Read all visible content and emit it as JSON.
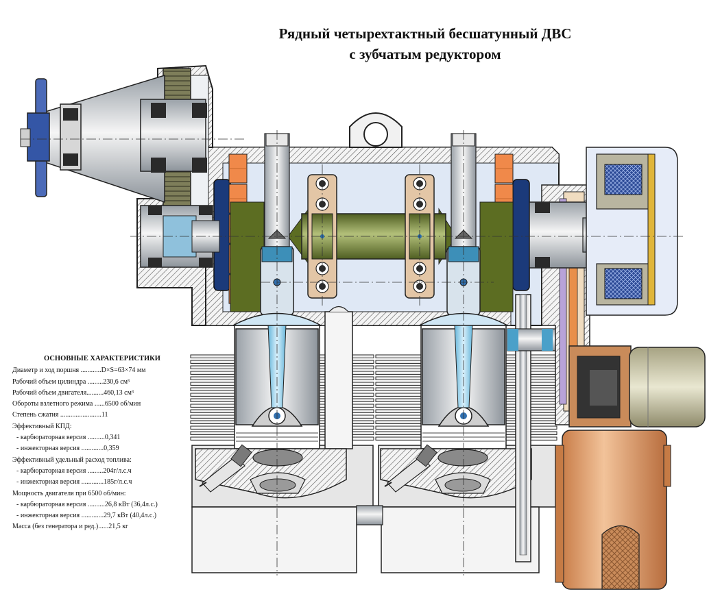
{
  "title": {
    "line1": "Рядный четырехтактный бесшатунный ДВС",
    "line2": "с зубчатым редуктором"
  },
  "specs": {
    "heading": "ОСНОВНЫЕ ХАРАКТЕРИСТИКИ",
    "rows": [
      "Диаметр и ход поршня ............D×S=63×74 мм",
      "Рабочий объем цилиндра .........230,6 см³",
      "Рабочий объем двигателя..........460,13 см³",
      "Обороты взлетного режима ......6500 об/мин",
      "Степень сжатия ........................11",
      "Эффективный КПД:",
      "- карбюраторная версия ..........0,341",
      "- инжекторная версия .............0,359",
      "Эффективный удельный расход топлива:",
      "- карбюраторная версия .........204г/л.с.ч",
      "- инжекторная версия .............185г/л.с.ч",
      "Мощность двигателя при 6500 об/мин:",
      "- карбюраторная версия ..........26,8 кВт (36,4л.с.)",
      "- инжекторная версия .............29,7 кВт (40,4л.с.)",
      "Масса (без генератора и ред.)......21,5 кг"
    ]
  },
  "colors": {
    "housing": "#dfe8f5",
    "outline": "#222222",
    "shaft": "#6b7d33",
    "bearing": "#e3c6a6",
    "counterweight": "#f0894a",
    "flywheel": "#1b3a7a",
    "conrod": "#a9d6ee",
    "piston": "#d9d9d9",
    "fins": "#f2f2f2",
    "generator": "#e9b07f",
    "coil": "#3d5ea8",
    "gear": "#7e7e5a",
    "coolant": "#4aa0c9"
  }
}
